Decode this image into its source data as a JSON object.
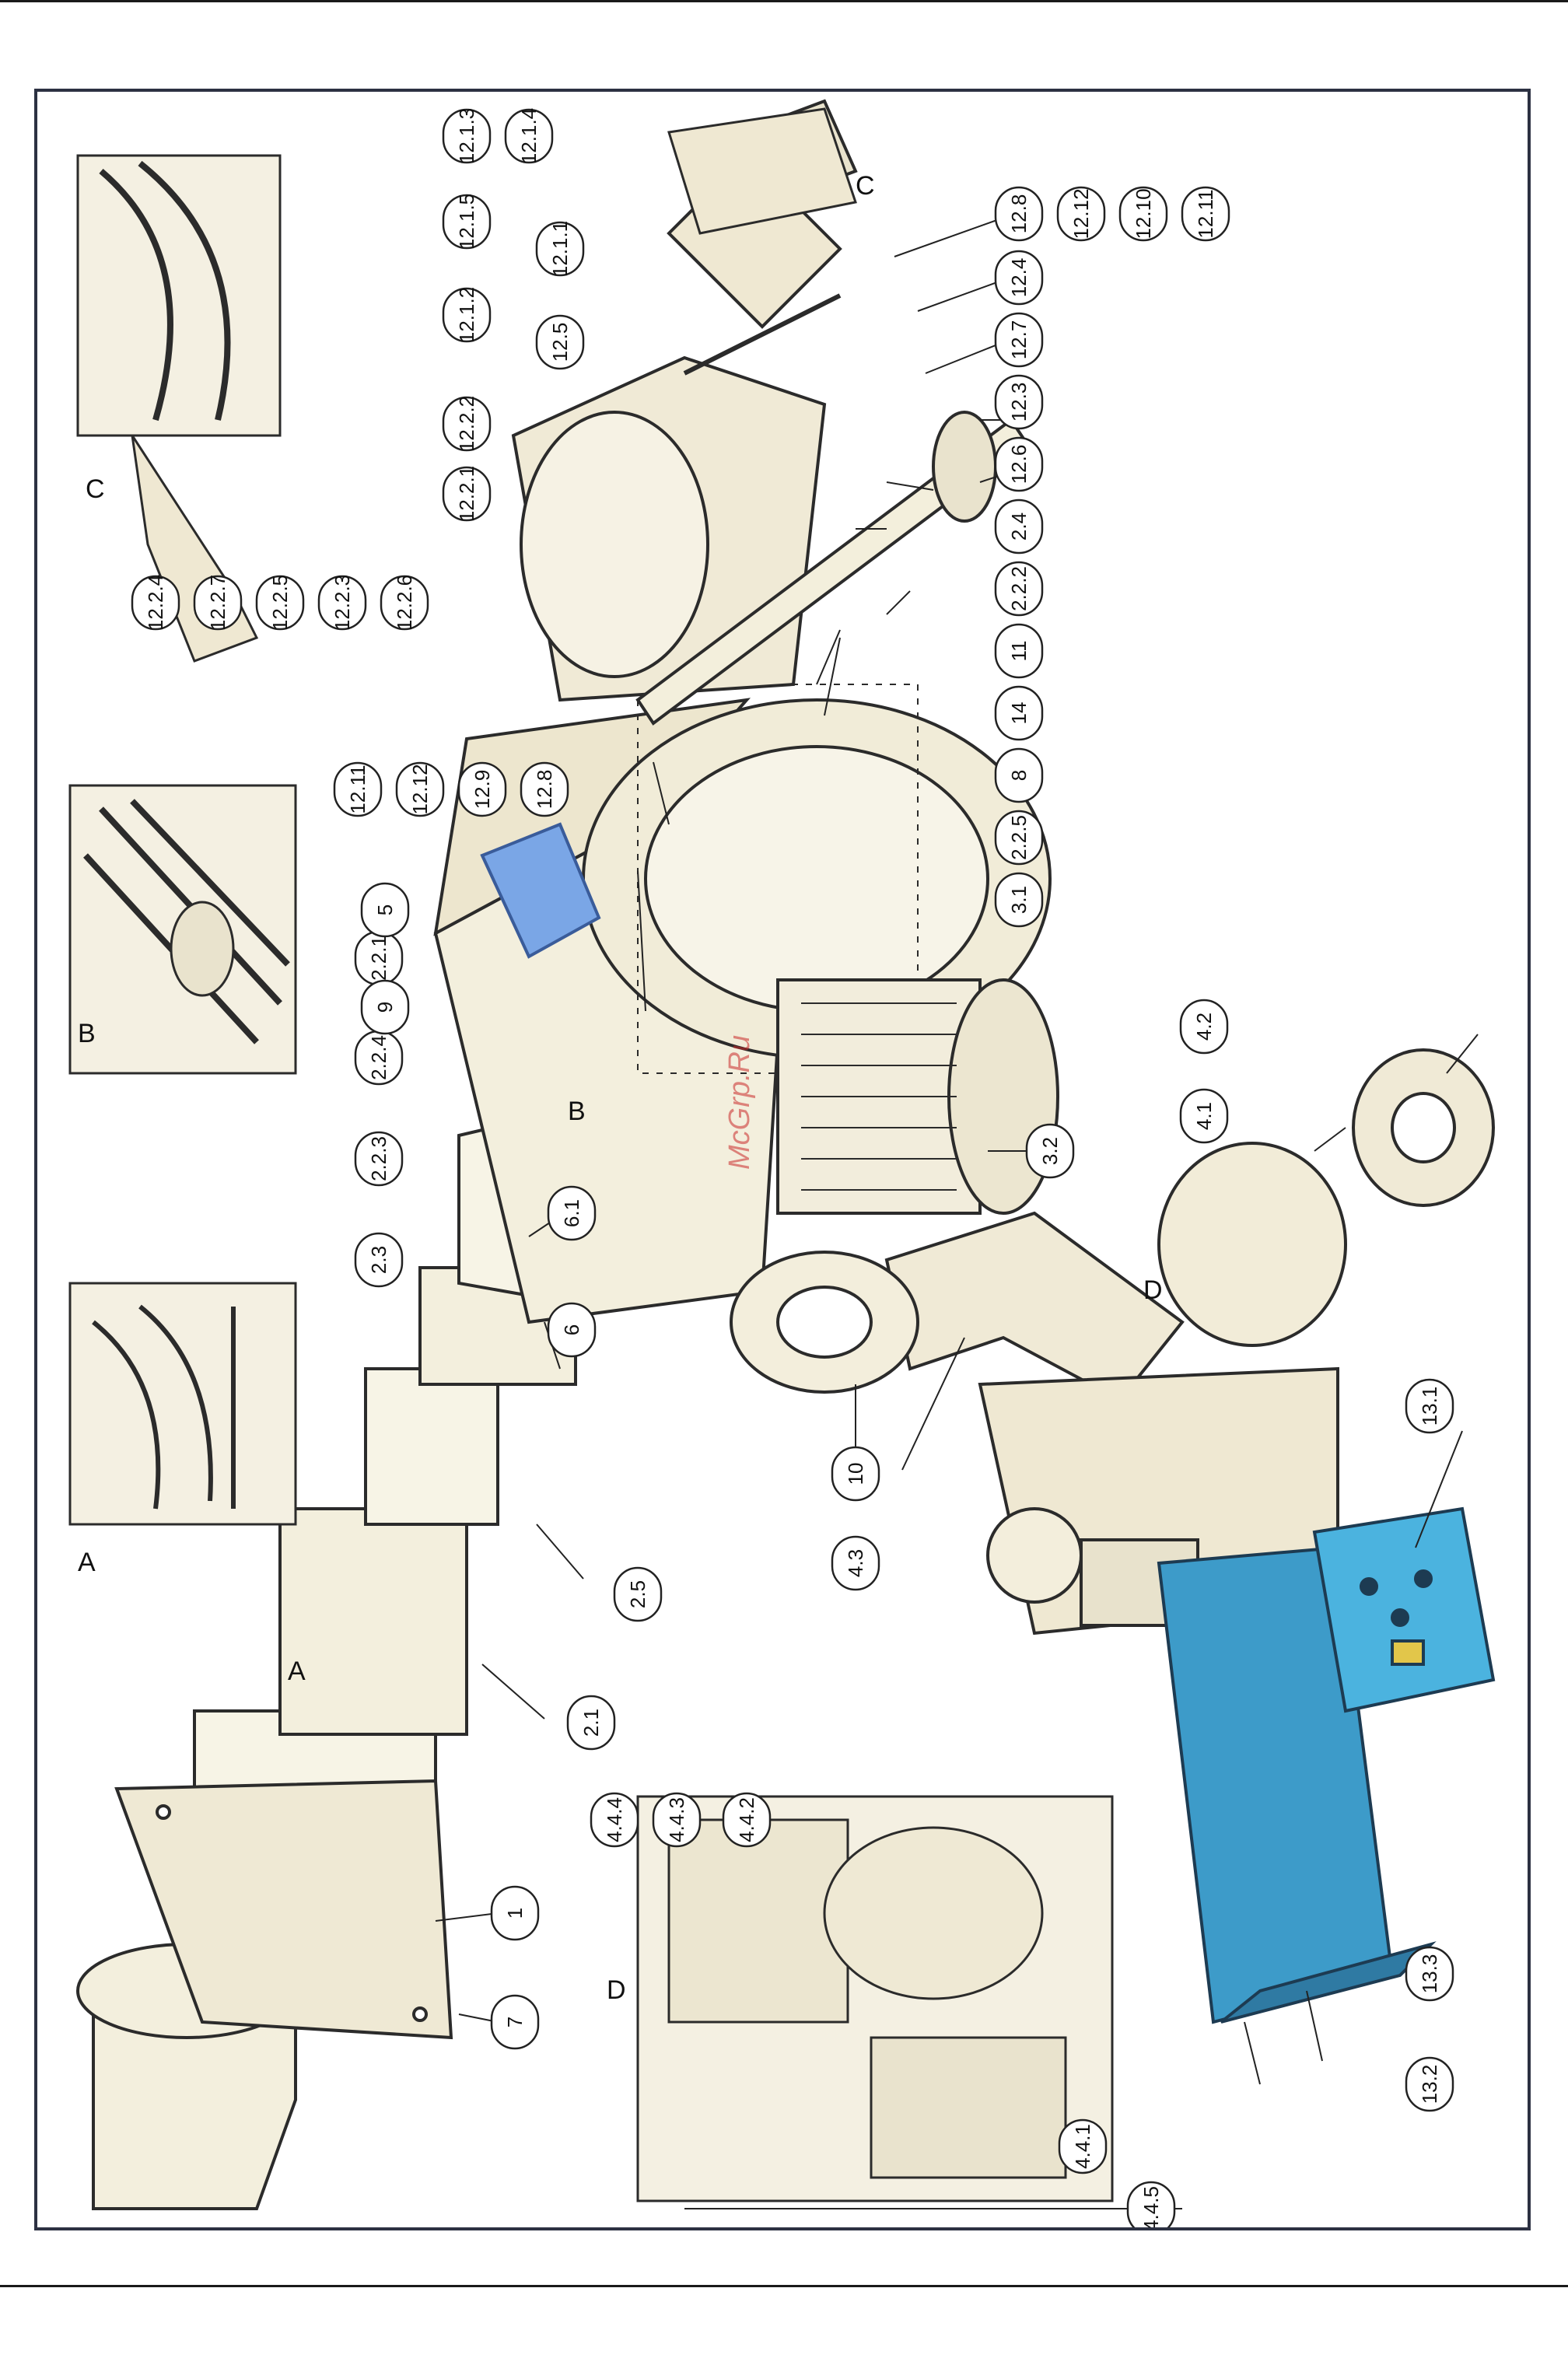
{
  "watermark": "McGrp.Ru",
  "colors": {
    "frame": "#2c3142",
    "part_fill": "#f3efdd",
    "part_stroke": "#2b2b2b",
    "panel_blue": "#3d9bc9",
    "accent_blue": "#7aa6e6",
    "background": "#ffffff"
  },
  "section_labels": {
    "A": "A",
    "B": "B",
    "C": "C",
    "D": "D"
  },
  "callouts": {
    "c1": "1",
    "c2_1": "2.1",
    "c2_2_1": "2.2.1",
    "c2_2_2": "2.2.2",
    "c2_2_3": "2.2.3",
    "c2_2_4": "2.2.4",
    "c2_2_5": "2.2.5",
    "c2_3": "2.3",
    "c2_4": "2.4",
    "c2_5": "2.5",
    "c3_1": "3.1",
    "c3_2": "3.2",
    "c4_1": "4.1",
    "c4_2": "4.2",
    "c4_3": "4.3",
    "c4_4_1": "4.4.1",
    "c4_4_2": "4.4.2",
    "c4_4_3": "4.4.3",
    "c4_4_4": "4.4.4",
    "c4_4_5": "4.4.5",
    "c5": "5",
    "c6": "6",
    "c6_1": "6.1",
    "c7": "7",
    "c8": "8",
    "c9": "9",
    "c10": "10",
    "c11": "11",
    "c12_1_1": "12.1.1",
    "c12_1_2": "12.1.2",
    "c12_1_3": "12.1.3",
    "c12_1_4": "12.1.4",
    "c12_1_5": "12.1.5",
    "c12_2_1": "12.2.1",
    "c12_2_2": "12.2.2",
    "c12_2_3": "12.2.3",
    "c12_2_4": "12.2.4",
    "c12_2_5": "12.2.5",
    "c12_2_6": "12.2.6",
    "c12_2_7": "12.2.7",
    "c12_3": "12.3",
    "c12_4": "12.4",
    "c12_5": "12.5",
    "c12_6": "12.6",
    "c12_7": "12.7",
    "c12_8a": "12.8",
    "c12_8b": "12.8",
    "c12_9": "12.9",
    "c12_10": "12.10",
    "c12_11a": "12.11",
    "c12_11b": "12.11",
    "c12_12a": "12.12",
    "c12_12b": "12.12",
    "c13_1": "13.1",
    "c13_2": "13.2",
    "c13_3": "13.3",
    "c14": "14"
  }
}
